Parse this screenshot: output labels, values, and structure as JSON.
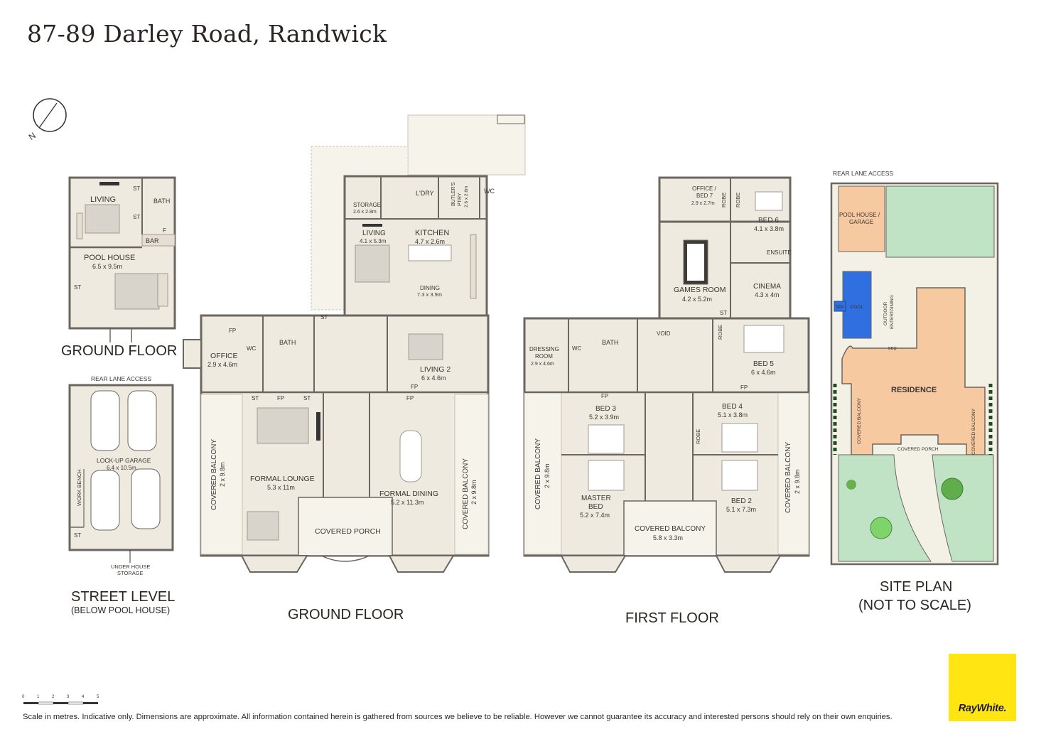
{
  "title": "87-89 Darley Road, Randwick",
  "colors": {
    "wall": "#6b6660",
    "floor": "#efeadf",
    "balcony": "#f6f4ea",
    "pool": "#2f6fe0",
    "lawn": "#bfe3c4",
    "residence": "#f6c9a0",
    "logo": "#ffe512"
  },
  "compass": {
    "north_label": "N"
  },
  "captions": {
    "pool_ground": "GROUND FLOOR",
    "street_level": "STREET LEVEL",
    "street_level_sub": "(BELOW POOL HOUSE)",
    "ground_floor": "GROUND FLOOR",
    "first_floor": "FIRST FLOOR",
    "site_plan": "SITE PLAN",
    "site_plan_sub": "(NOT TO SCALE)"
  },
  "rooms": {
    "living_pool": "LIVING",
    "st": "ST",
    "bath": "BATH",
    "bar": "BAR",
    "f": "F",
    "pool_house": "POOL HOUSE",
    "pool_house_dim": "6.5 x 9.5m",
    "rear_lane": "REAR LANE ACCESS",
    "garage": "LOCK-UP GARAGE",
    "garage_dim": "6.4 x 10.5m",
    "work_bench": "WORK BENCH",
    "under_house": "UNDER HOUSE",
    "storage": "STORAGE",
    "storage_room": "STORAGE",
    "storage_dim": "2.6 x 2.8m",
    "l_dry": "L'DRY",
    "butlers": "BUTLER'S",
    "pantry": "PTRY",
    "butlers_dim": "2.6 x 2.6m",
    "wc": "WC",
    "living": "LIVING",
    "living_dim": "4.1 x 5.3m",
    "kitchen": "KITCHEN",
    "kitchen_dim": "4.7 x 2.6m",
    "dining": "DINING",
    "dining_dim": "7.3 x 3.9m",
    "office": "OFFICE",
    "office_dim": "2.9 x 4.6m",
    "fp": "FP",
    "living2": "LIVING 2",
    "living2_dim": "6 x 4.6m",
    "covered_balcony": "COVERED BALCONY",
    "balcony_dim": "2 x 9.8m",
    "formal_lounge": "FORMAL LOUNGE",
    "formal_lounge_dim": "5.3 x 11m",
    "formal_dining": "FORMAL DINING",
    "formal_dining_dim": "5.2 x 11.3m",
    "covered_porch": "COVERED PORCH",
    "office_bed7": "OFFICE /",
    "bed7": "BED 7",
    "bed7_dim": "2.9 x 2.7m",
    "robe": "ROBE",
    "bed6": "BED 6",
    "bed6_dim": "4.1 x 3.8m",
    "ensuite": "ENSUITE",
    "games_room": "GAMES ROOM",
    "games_dim": "4.2 x 5.2m",
    "cinema": "CINEMA",
    "cinema_dim": "4.3 x 4m",
    "dressing": "DRESSING",
    "dressing_room": "ROOM",
    "dressing_dim": "2.9 x 4.6m",
    "void": "VOID",
    "bed5": "BED 5",
    "bed5_dim": "6 x 4.6m",
    "bed3": "BED 3",
    "bed3_dim": "5.2 x 3.9m",
    "bed4": "BED 4",
    "bed4_dim": "5.1 x 3.8m",
    "master": "MASTER",
    "master_bed": "BED",
    "master_dim": "5.2 x 7.4m",
    "bed2": "BED 2",
    "bed2_dim": "5.1 x 7.3m",
    "balcony_first_dim": "5.8 x 3.3m",
    "pool_house_garage": "POOL HOUSE /",
    "garage_word": "GARAGE",
    "spa": "SPA",
    "pool": "POOL",
    "outdoor": "OUTDOOR",
    "entertaining": "ENTERTAINING",
    "bbq": "BBQ",
    "residence": "RESIDENCE"
  },
  "scale": {
    "ticks": [
      "0",
      "1",
      "2",
      "3",
      "4",
      "5"
    ]
  },
  "disclaimer": "Scale in metres. Indicative only. Dimensions are approximate. All information contained herein is gathered from sources we believe to be reliable. However we cannot guarantee its accuracy and interested persons should rely on their own enquiries.",
  "logo": "RayWhite."
}
